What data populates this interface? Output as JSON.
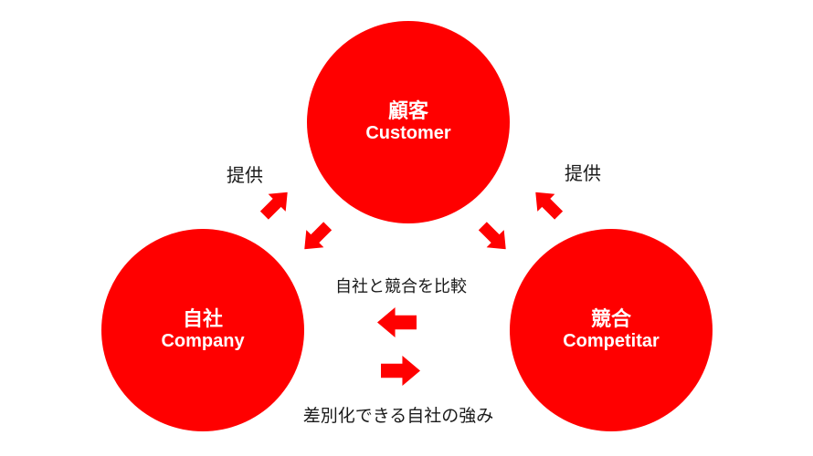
{
  "theme": {
    "red": "#ff0000",
    "text_color": "#1a1a1a",
    "background": "#ffffff",
    "circle_text_color": "#ffffff"
  },
  "circles": {
    "customer": {
      "jp": "顧客",
      "en": "Customer"
    },
    "company": {
      "jp": "自社",
      "en": "Company"
    },
    "competitor": {
      "jp": "競合",
      "en": "Competitar"
    }
  },
  "labels": {
    "provide_left": "提供",
    "provide_right": "提供",
    "compare": "自社と競合を比較",
    "strength": "差別化できる自社の強み"
  },
  "arrows": [
    {
      "name": "company-to-customer",
      "direction": "up-right",
      "meaning": "提供"
    },
    {
      "name": "customer-to-company",
      "direction": "down-left",
      "meaning": ""
    },
    {
      "name": "competitor-to-customer",
      "direction": "up-left",
      "meaning": "提供"
    },
    {
      "name": "customer-to-competitor",
      "direction": "down-right",
      "meaning": ""
    },
    {
      "name": "compare-left",
      "direction": "left",
      "meaning": "自社と競合を比較"
    },
    {
      "name": "strength-right",
      "direction": "right",
      "meaning": "差別化できる自社の強み"
    }
  ]
}
